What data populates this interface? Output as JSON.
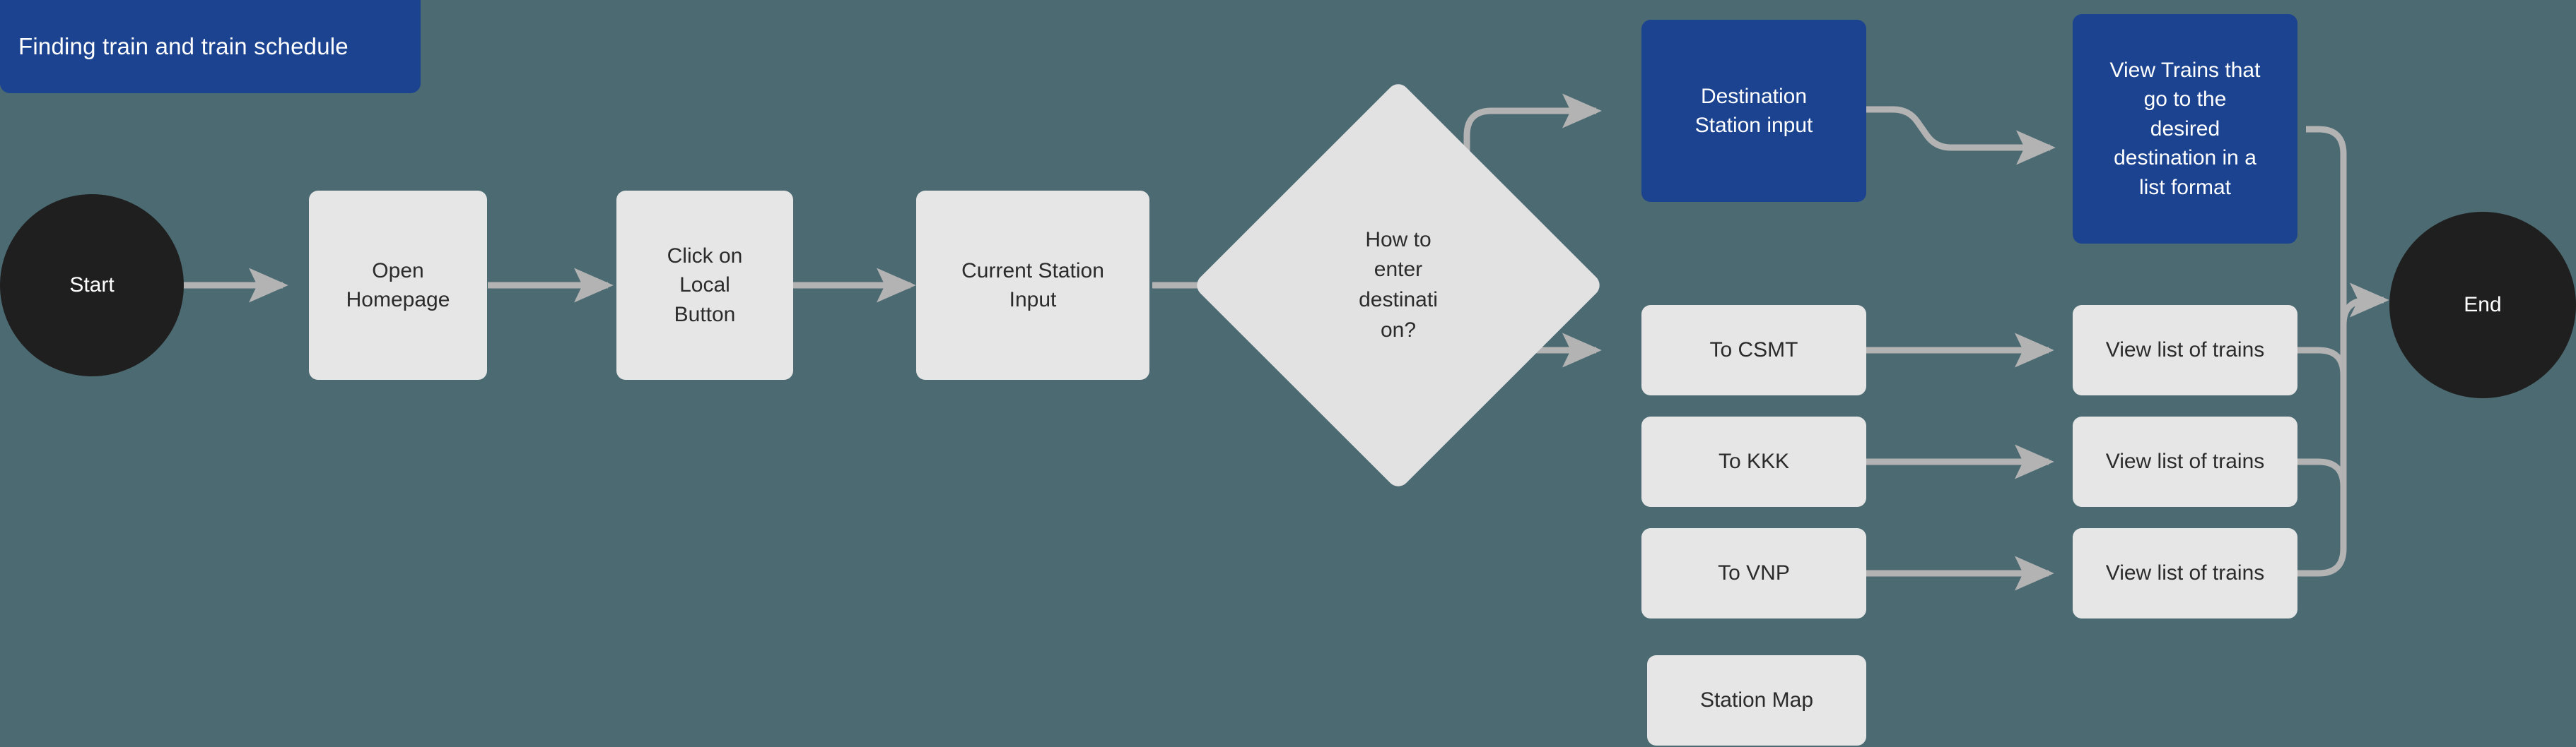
{
  "diagram": {
    "title": "Finding train and train schedule",
    "background_color": "#4c6a72",
    "accent_color": "#1b4390",
    "node_fill_color": "#e6e6e6",
    "terminator_color": "#1f1f1f",
    "connector_color": "#b3b3b3",
    "type": "flowchart"
  },
  "nodes": {
    "start": {
      "label": "Start",
      "shape": "ellipse"
    },
    "open_homepage": {
      "label": "Open\nHomepage",
      "shape": "rounded-rect"
    },
    "click_local": {
      "label": "Click on\nLocal\nButton",
      "shape": "rounded-rect"
    },
    "current_station": {
      "label": "Current Station\nInput",
      "shape": "rounded-rect"
    },
    "decision": {
      "label": "How to\nenter\ndestinati\non?",
      "shape": "diamond"
    },
    "destination_input": {
      "label": "Destination\nStation input",
      "shape": "rounded-rect",
      "accent": true
    },
    "view_trains_list": {
      "label": "View Trains that\ngo to the\ndesired\ndestination in a\nlist format",
      "shape": "rounded-rect",
      "accent": true
    },
    "to_csmt": {
      "label": "To CSMT",
      "shape": "rounded-rect"
    },
    "to_kkk": {
      "label": "To KKK",
      "shape": "rounded-rect"
    },
    "to_vnp": {
      "label": "To VNP",
      "shape": "rounded-rect"
    },
    "view_list_csmt": {
      "label": "View list of trains",
      "shape": "rounded-rect"
    },
    "view_list_kkk": {
      "label": "View list of trains",
      "shape": "rounded-rect"
    },
    "view_list_vnp": {
      "label": "View list of trains",
      "shape": "rounded-rect"
    },
    "station_map": {
      "label": "Station Map",
      "shape": "rounded-rect"
    },
    "end": {
      "label": "End",
      "shape": "ellipse"
    }
  }
}
